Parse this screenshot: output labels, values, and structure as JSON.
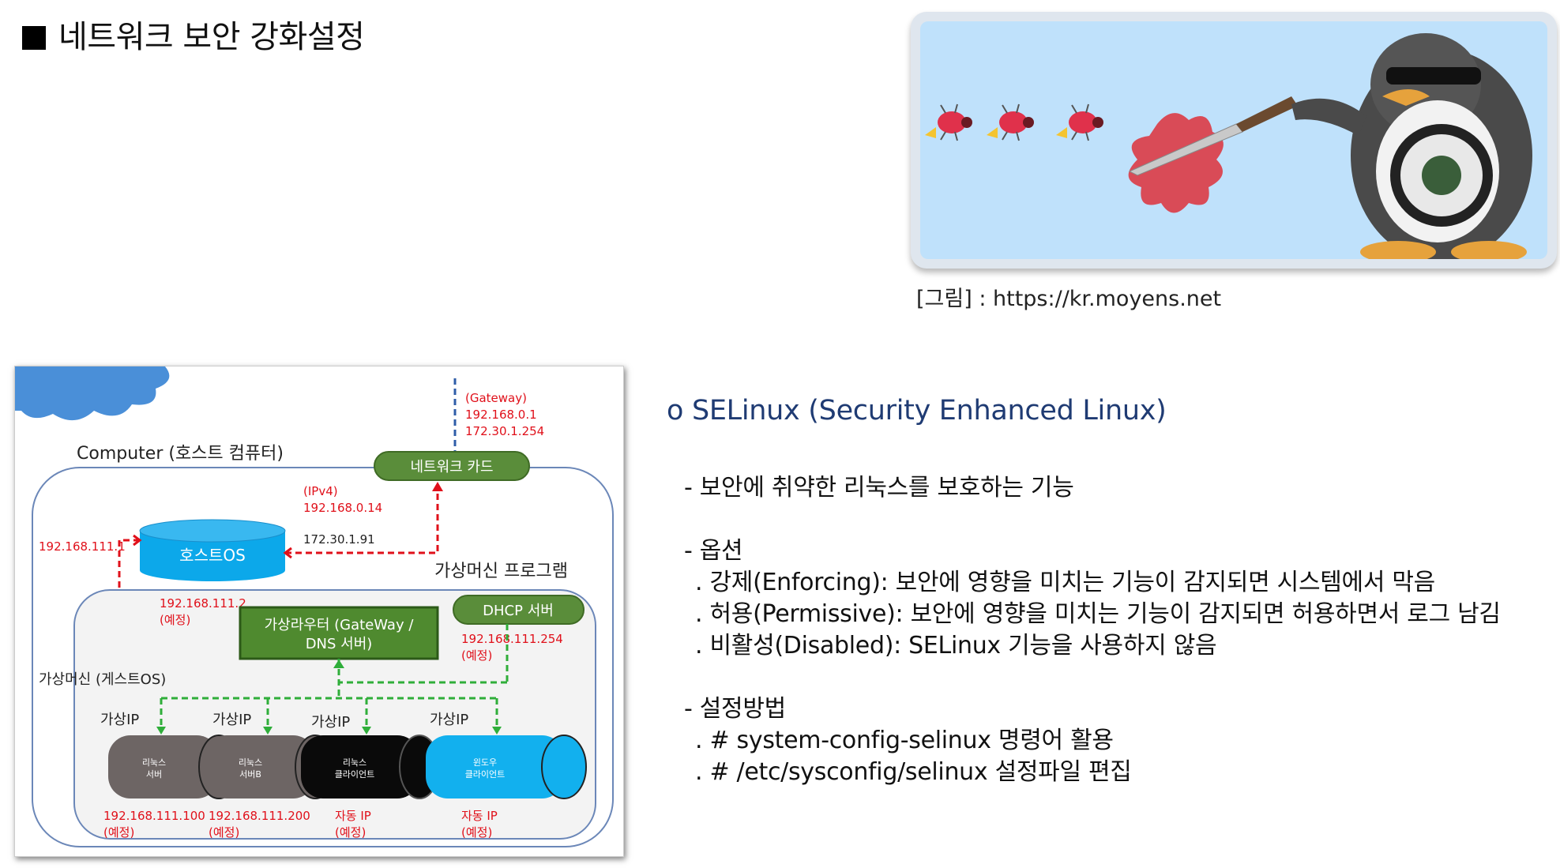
{
  "title": "네트워크 보안 강화설정",
  "credit": "[그림] : https://kr.moyens.net",
  "diagram": {
    "gateway": [
      "(Gateway)",
      "192.168.0.1",
      "172.30.1.254"
    ],
    "computer_label": "Computer (호스트 컴퓨터)",
    "network_card": "네트워크 카드",
    "ipv4": [
      "(IPv4)",
      "192.168.0.14"
    ],
    "host_os": "호스트OS",
    "host_ip2": "172.30.1.91",
    "host_ip_left": "192.168.111.1",
    "vm_program": "가상머신 프로그램",
    "vrouter_ip": [
      "192.168.111.2",
      "(예정)"
    ],
    "dhcp": "DHCP 서버",
    "vrouter": [
      "가상라우터 (GateWay /",
      "DNS 서버)"
    ],
    "dhcp_ip": [
      "192.168.111.254",
      "(예정)"
    ],
    "vm_label": "가상머신 (게스트OS)",
    "vip": "가상IP",
    "machines": [
      {
        "line1": "리눅스",
        "line2": "서버",
        "ip": "192.168.111.100",
        "note": "(예정)"
      },
      {
        "line1": "리눅스",
        "line2": "서버B",
        "ip": "192.168.111.200",
        "note": "(예정)"
      },
      {
        "line1": "리눅스",
        "line2": "클라이언트",
        "ip": "자동 IP",
        "note": "(예정)"
      },
      {
        "line1": "윈도우",
        "line2": "클라이언트",
        "ip": "자동 IP",
        "note": "(예정)"
      }
    ]
  },
  "content": {
    "heading": "o SELinux (Security Enhanced Linux)",
    "desc": "- 보안에 취약한 리눅스를 보호하는 기능",
    "options_header": "- 옵션",
    "options": [
      ". 강제(Enforcing):  보안에 영향을 미치는 기능이 감지되면 시스템에서 막음",
      ". 허용(Permissive):  보안에 영향을 미치는 기능이 감지되면 허용하면서 로그 남김",
      ". 비활성(Disabled):  SELinux 기능을 사용하지 않음"
    ],
    "method_header": "- 설정방법",
    "methods": [
      ". # system-config-selinux  명령어 활용",
      ". # /etc/sysconfig/selinux  설정파일 편집"
    ]
  },
  "colors": {
    "heading": "#1f3b73",
    "annotation_red": "#e0101a",
    "router_green": "#4f8a2f",
    "cyan": "#00b0f0"
  }
}
